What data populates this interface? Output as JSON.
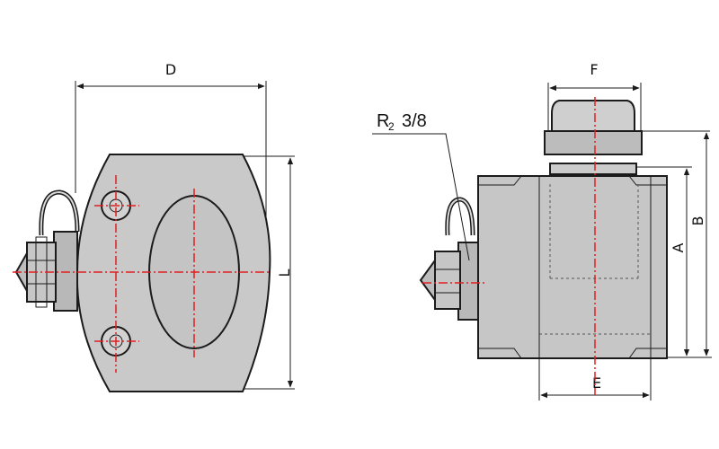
{
  "dimensions": {
    "D": "D",
    "L": "L",
    "F": "F",
    "A": "A",
    "B": "B",
    "E": "E"
  },
  "thread": {
    "prefix": "R",
    "subscript": "2",
    "size": "3/8"
  },
  "colors": {
    "body": "#c9c9c9",
    "body_dark": "#a8a8a8",
    "plunger": "#bdbdbd",
    "centerline": "#e02020",
    "outline": "#1b1b1b"
  }
}
